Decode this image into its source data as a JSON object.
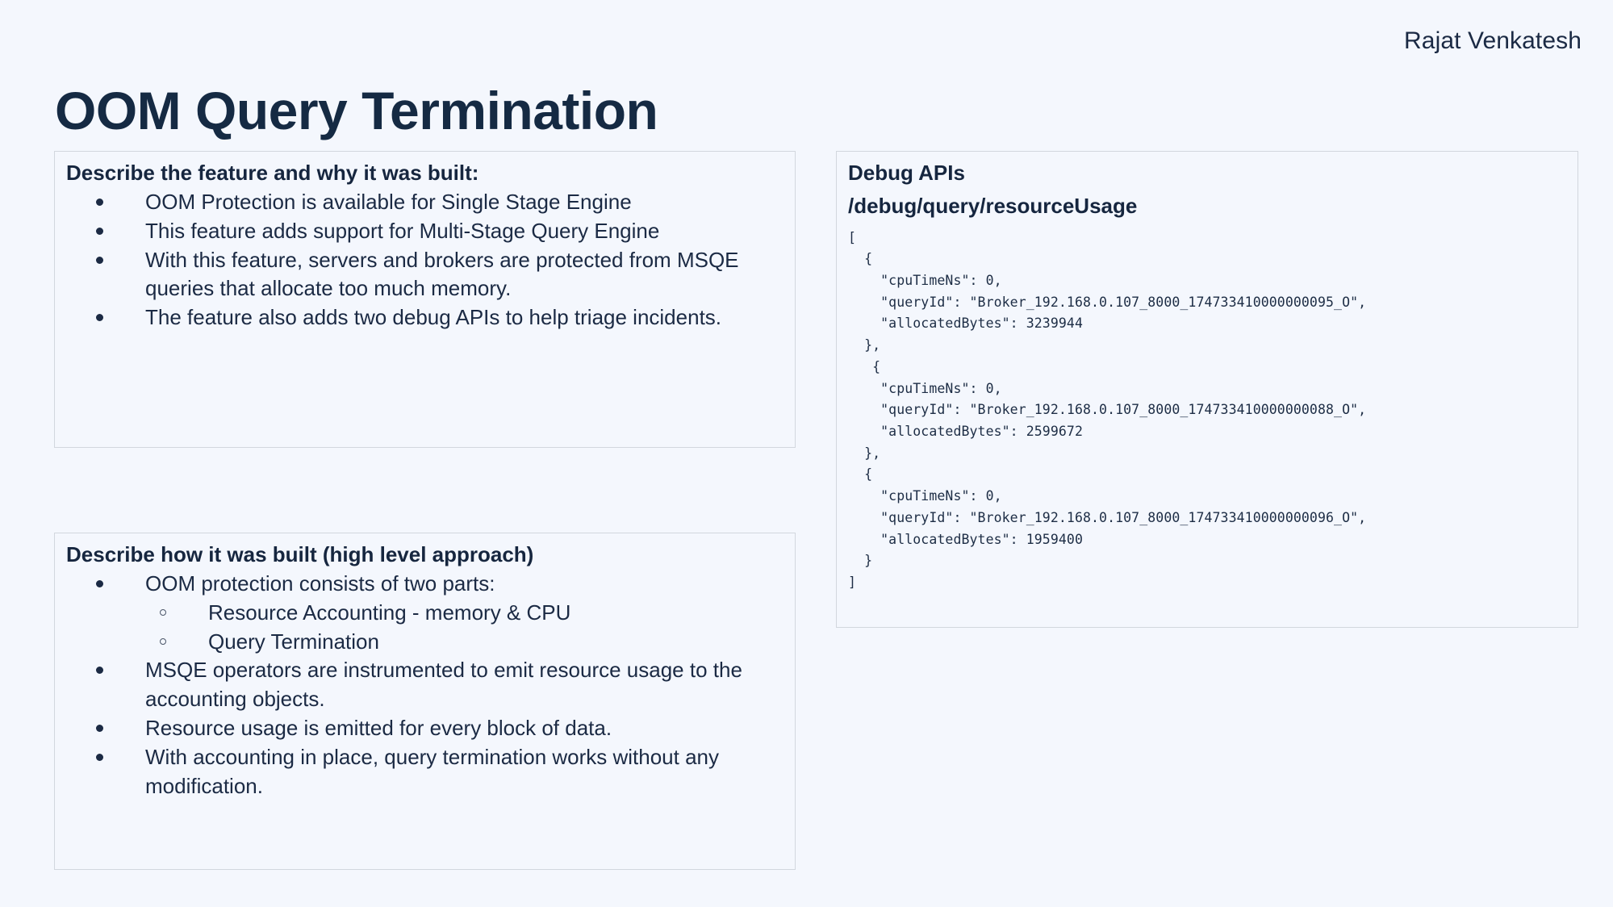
{
  "slide": {
    "title": "OOM Query Termination",
    "author": "Rajat Venkatesh",
    "background_color": "#f4f7fd",
    "text_color": "#16263f",
    "border_color": "#d2d7de"
  },
  "feature_card": {
    "heading": "Describe the feature and why it was built:",
    "bullets": [
      "OOM Protection is available for Single Stage Engine",
      "This feature adds support for Multi-Stage Query Engine",
      "With this feature, servers and brokers are protected from MSQE queries that allocate too much memory.",
      "The feature also adds two debug APIs to help triage incidents."
    ]
  },
  "approach_card": {
    "heading": "Describe how it was built (high level approach)",
    "bullets": [
      {
        "text": "OOM protection consists of two parts:",
        "sub": [
          "Resource Accounting - memory & CPU",
          "Query Termination"
        ]
      },
      {
        "text": "MSQE operators are instrumented to emit resource usage to the accounting objects.",
        "sub": []
      },
      {
        "text": "Resource usage is emitted for every block of data.",
        "sub": []
      },
      {
        "text": "With accounting in place, query termination works without any modification.",
        "sub": []
      }
    ]
  },
  "debug_card": {
    "heading": "Debug APIs",
    "api_path": "/debug/query/resourceUsage",
    "response_json": "[\n  {\n    \"cpuTimeNs\": 0,\n    \"queryId\": \"Broker_192.168.0.107_8000_174733410000000095_O\",\n    \"allocatedBytes\": 3239944\n  },\n   {\n    \"cpuTimeNs\": 0,\n    \"queryId\": \"Broker_192.168.0.107_8000_174733410000000088_O\",\n    \"allocatedBytes\": 2599672\n  },\n  {\n    \"cpuTimeNs\": 0,\n    \"queryId\": \"Broker_192.168.0.107_8000_174733410000000096_O\",\n    \"allocatedBytes\": 1959400\n  }\n]",
    "entries": [
      {
        "cpuTimeNs": 0,
        "queryId": "Broker_192.168.0.107_8000_174733410000000095_O",
        "allocatedBytes": 3239944
      },
      {
        "cpuTimeNs": 0,
        "queryId": "Broker_192.168.0.107_8000_174733410000000088_O",
        "allocatedBytes": 2599672
      },
      {
        "cpuTimeNs": 0,
        "queryId": "Broker_192.168.0.107_8000_174733410000000096_O",
        "allocatedBytes": 1959400
      }
    ]
  }
}
